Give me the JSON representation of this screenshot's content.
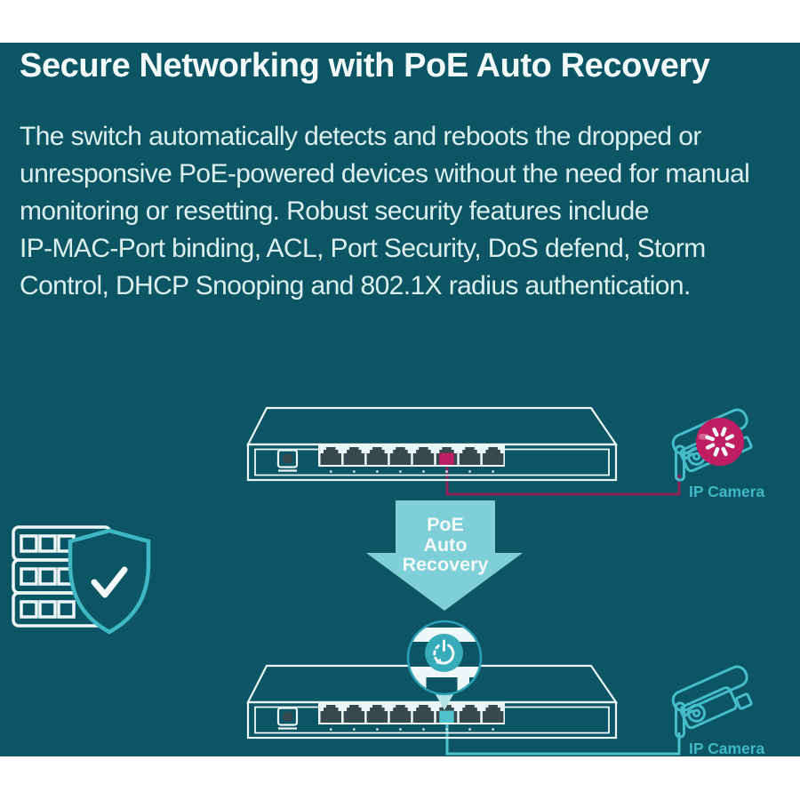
{
  "header": {
    "title": "Secure Networking with PoE Auto Recovery"
  },
  "body": {
    "lines": [
      "The switch automatically detects and reboots the dropped or",
      "unresponsive PoE-powered devices without the need for manual",
      "monitoring or resetting. Robust security features include",
      "IP-MAC-Port binding, ACL, Port Security, DoS defend, Storm",
      "Control, DHCP Snooping and 802.1X radius authentication."
    ]
  },
  "diagram": {
    "arrow_label": {
      "line1": "PoE",
      "line2": "Auto",
      "line3": "Recovery"
    },
    "cameras": [
      {
        "label": "IP Camera",
        "state": "dropped"
      },
      {
        "label": "IP Camera",
        "state": "recovered"
      }
    ],
    "switches": [
      {
        "ports": 8,
        "highlighted_port": 6,
        "highlight": "pink"
      },
      {
        "ports": 8,
        "highlighted_port": 6,
        "highlight": "teal"
      }
    ],
    "icons": [
      "server-rack-icon",
      "shield-check-icon",
      "poe-switch-icon",
      "ip-camera-icon",
      "loading-spinner-icon",
      "restart-power-icon"
    ],
    "colors": {
      "panel_bg": "#0b5565",
      "heading_text": "#f2fafa",
      "body_text": "#dcefee",
      "accent_teal": "#41b8c3",
      "cable_teal": "#4fc3cd",
      "arrow_fill": "#7ecfd7",
      "alert_pink": "#c01e62",
      "cable_pink": "#8f2259",
      "outline_white": "#ebf6f6",
      "port_dark": "#37494f"
    }
  }
}
